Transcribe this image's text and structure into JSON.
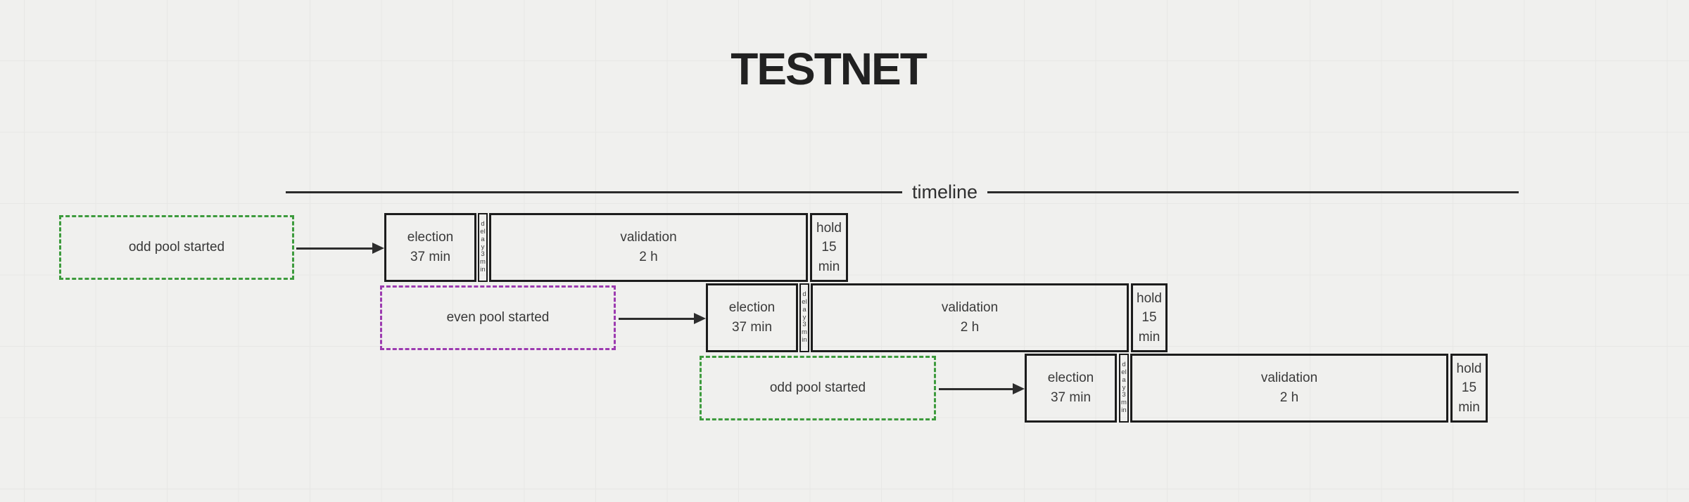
{
  "title": "TESTNET",
  "timeline": {
    "label": "timeline"
  },
  "colors": {
    "background": "#f0f0ee",
    "box_border": "#1c1c1c",
    "text": "#3a3a3a",
    "odd_pool_border": "#3d9b3d",
    "even_pool_border": "#9c3bb0",
    "arrow": "#2d2d2d"
  },
  "rows": [
    {
      "trigger": {
        "label": "odd pool started",
        "color": "#3d9b3d"
      },
      "phases": {
        "election": {
          "label": "election",
          "duration": "37 min"
        },
        "delay": {
          "label": "delay 3 min"
        },
        "validation": {
          "label": "validation",
          "duration": "2 h"
        },
        "hold": {
          "label": "hold",
          "line2": "15",
          "line3": "min"
        }
      }
    },
    {
      "trigger": {
        "label": "even pool started",
        "color": "#9c3bb0"
      },
      "phases": {
        "election": {
          "label": "election",
          "duration": "37 min"
        },
        "delay": {
          "label": "delay 3 min"
        },
        "validation": {
          "label": "validation",
          "duration": "2 h"
        },
        "hold": {
          "label": "hold",
          "line2": "15",
          "line3": "min"
        }
      }
    },
    {
      "trigger": {
        "label": "odd pool started",
        "color": "#3d9b3d"
      },
      "phases": {
        "election": {
          "label": "election",
          "duration": "37 min"
        },
        "delay": {
          "label": "delay 3 min"
        },
        "validation": {
          "label": "validation",
          "duration": "2 h"
        },
        "hold": {
          "label": "hold",
          "line2": "15",
          "line3": "min"
        }
      }
    }
  ]
}
